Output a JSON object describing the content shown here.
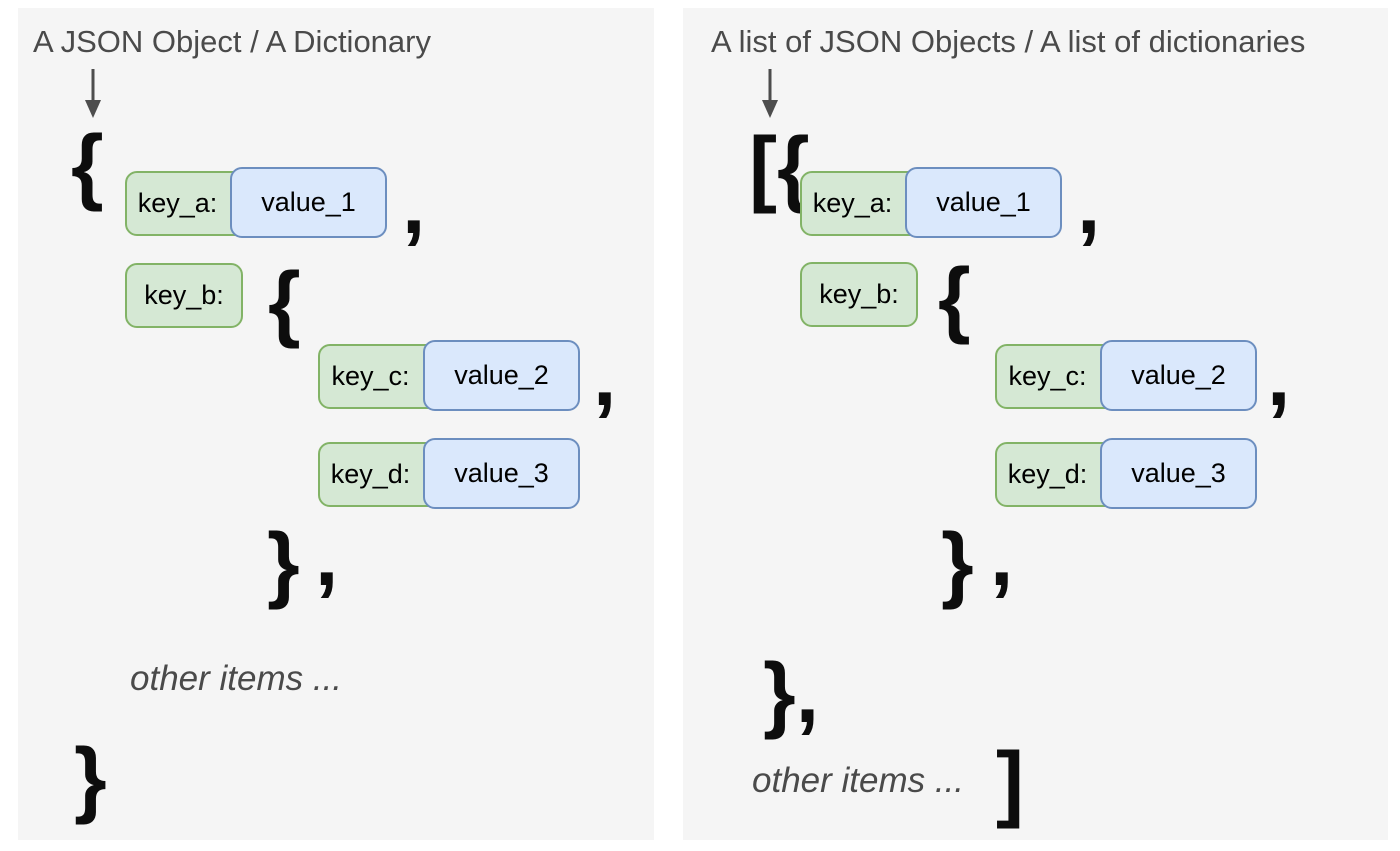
{
  "colors": {
    "panel_bg": "#f5f5f5",
    "key_fill": "#d5e8d4",
    "key_border": "#82b366",
    "value_fill": "#dae8fc",
    "value_border": "#6c8ebf",
    "title_text": "#4a4a4a",
    "symbol_text": "#0d0d0d"
  },
  "left": {
    "title": "A JSON Object / A Dictionary",
    "open": "{",
    "row_a": {
      "key": "key_a:",
      "value": "value_1",
      "comma": ","
    },
    "key_b": "key_b:",
    "nested_open": "{",
    "row_c": {
      "key": "key_c:",
      "value": "value_2",
      "comma": ","
    },
    "row_d": {
      "key": "key_d:",
      "value": "value_3"
    },
    "nested_close": "}",
    "nested_close_comma": ",",
    "other_items": "other items ...",
    "close": "}"
  },
  "right": {
    "title": "A list of JSON Objects / A list of dictionaries",
    "open": "[{",
    "row_a": {
      "key": "key_a:",
      "value": "value_1",
      "comma": ","
    },
    "key_b": "key_b:",
    "nested_open": "{",
    "row_c": {
      "key": "key_c:",
      "value": "value_2",
      "comma": ","
    },
    "row_d": {
      "key": "key_d:",
      "value": "value_3"
    },
    "nested_close": "}",
    "nested_close_comma": ",",
    "object_close": "},",
    "other_items": "other items ...",
    "list_close": "]"
  }
}
